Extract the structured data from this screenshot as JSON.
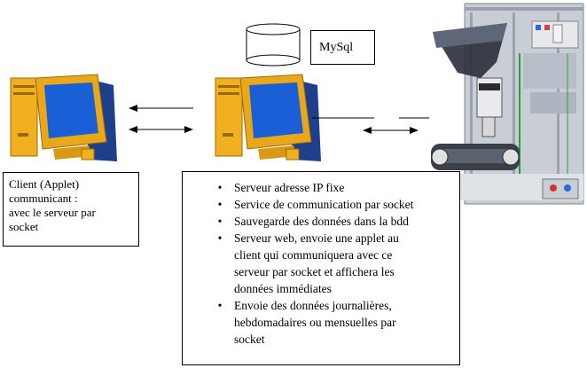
{
  "database": {
    "label": "MySql"
  },
  "client": {
    "description_lines": [
      "Client (Applet)",
      "communicant :",
      "avec le serveur par",
      "socket"
    ]
  },
  "server": {
    "bullets": [
      {
        "lines": [
          "Serveur adresse IP fixe"
        ]
      },
      {
        "lines": [
          "Service de communication par socket"
        ]
      },
      {
        "lines": [
          "Sauvegarde des données dans la bdd"
        ]
      },
      {
        "lines": [
          "Serveur web, envoie une applet au",
          "client  qui communiquera avec ce",
          "serveur par socket et affichera les",
          "données immédiates"
        ]
      },
      {
        "lines": [
          "Envoie des données journalières,",
          "hebdomadaires ou mensuelles par",
          "socket"
        ]
      }
    ],
    "bullet_glyph": "•"
  },
  "colors": {
    "monitor_body": "#e8a81a",
    "monitor_shadow": "#b07810",
    "screen": "#1a5fd6",
    "tower": "#f0b020",
    "backdrop": "#1e3f8c",
    "machine_frame": "#c9ced6"
  },
  "icons": [
    "client-computer-icon",
    "server-computer-icon",
    "database-cylinder-icon",
    "industrial-machine-image"
  ]
}
